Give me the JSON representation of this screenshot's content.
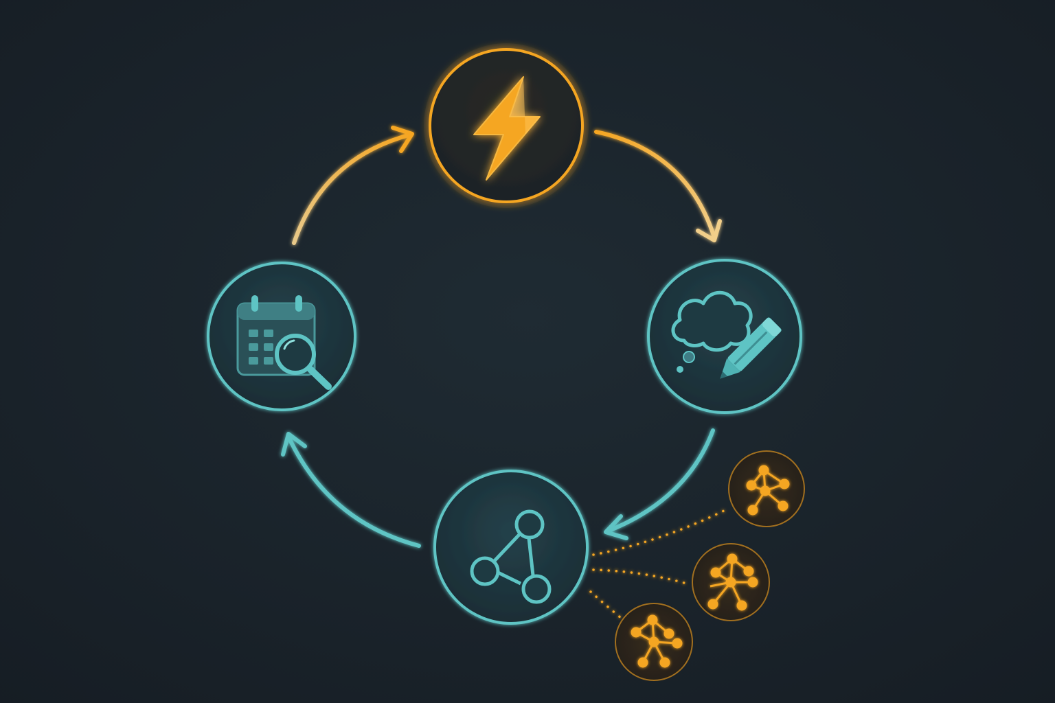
{
  "diagram": {
    "type": "cycle",
    "nodes": [
      {
        "id": "trigger",
        "icon": "lightning-bolt-icon",
        "accent": "#f5a623"
      },
      {
        "id": "brainstorm",
        "icon": "thought-cloud-pencil-icon",
        "accent": "#5ec4c4"
      },
      {
        "id": "network",
        "icon": "connected-nodes-icon",
        "accent": "#5ec4c4"
      },
      {
        "id": "schedule-review",
        "icon": "calendar-search-icon",
        "accent": "#5ec4c4"
      }
    ],
    "satellites": [
      {
        "id": "sub-network-1",
        "icon": "network-cluster-icon",
        "accent": "#f5a623"
      },
      {
        "id": "sub-network-2",
        "icon": "network-cluster-icon",
        "accent": "#f5a623"
      },
      {
        "id": "sub-network-3",
        "icon": "network-cluster-icon",
        "accent": "#f5a623"
      }
    ],
    "connections": [
      {
        "from": "trigger",
        "to": "brainstorm",
        "style": "arrow"
      },
      {
        "from": "brainstorm",
        "to": "network",
        "style": "arrow"
      },
      {
        "from": "network",
        "to": "schedule-review",
        "style": "arrow"
      },
      {
        "from": "schedule-review",
        "to": "trigger",
        "style": "arrow"
      },
      {
        "from": "sub-network-1",
        "to": "network",
        "style": "dotted"
      },
      {
        "from": "sub-network-2",
        "to": "network",
        "style": "dotted"
      },
      {
        "from": "sub-network-3",
        "to": "network",
        "style": "dotted"
      }
    ],
    "colors": {
      "background": "#1c252e",
      "amber": "#f5a623",
      "teal": "#5ec4c4"
    }
  }
}
